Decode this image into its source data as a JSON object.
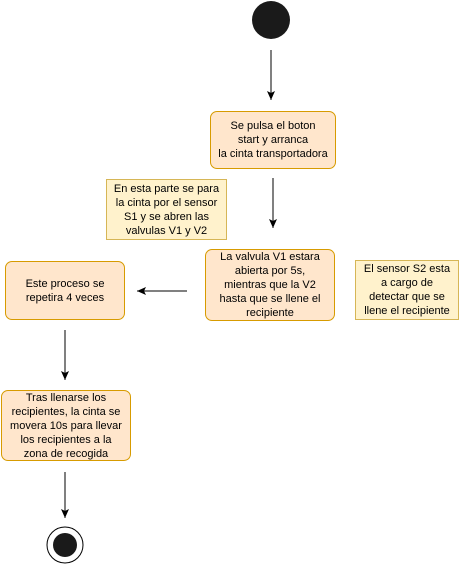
{
  "colors": {
    "activity_fill": "#ffe6cc",
    "activity_stroke": "#d79b00",
    "note_fill": "#fff2cc",
    "note_stroke": "#d6b656",
    "node": "#1a1a1a",
    "arrow": "#000000"
  },
  "nodes": {
    "start_text": "Se pulsa el boton\nstart y arranca\nla cinta transportadora",
    "valve_text": "La valvula V1 estara\nabierta por 5s,\nmientras que la V2\nhasta que se llene el\nrecipiente",
    "repeat_text": "Este proceso se\nrepetira 4 veces",
    "transport_text": "Tras llenarse los\nrecipientes, la cinta se\nmovera 10s para llevar\nlos recipientes a la\nzona de recogida"
  },
  "notes": {
    "stop_note": "En esta parte se para\nla cinta por el sensor\nS1 y se abren las\nvalvulas V1 y V2",
    "sensor_note": "El sensor S2 esta\na cargo de\ndetectar que se\nllene el recipiente"
  }
}
